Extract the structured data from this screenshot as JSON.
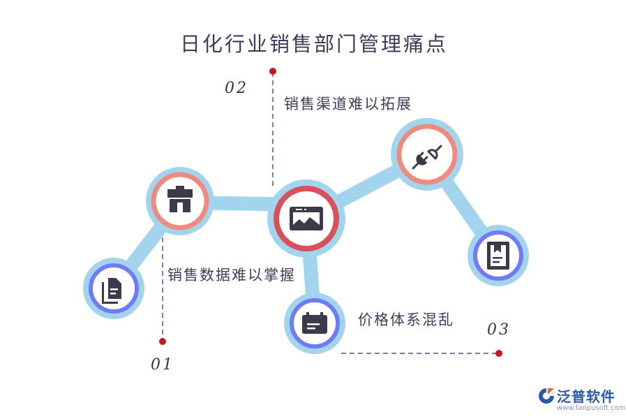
{
  "title": "日化行业销售部门管理痛点",
  "labels": {
    "sales_data": "销售数据难以掌握",
    "sales_channels": "销售渠道难以拓展",
    "price_system": "价格体系混乱"
  },
  "numbers": {
    "n01": "01",
    "n02": "02",
    "n03": "03"
  },
  "icons": {
    "documents": "documents-icon",
    "shop": "shop-icon",
    "image": "image-icon",
    "card": "card-icon",
    "plug": "plug-icon",
    "bookmark": "bookmark-icon"
  },
  "colors": {
    "connector": "#a3d4ee",
    "ring_blue": "#6e7cf7",
    "ring_salmon": "#ee8a7e",
    "ring_red": "#d8505a",
    "icon": "#3a3a4a",
    "dashed_line": "#3f5a9a",
    "dot": "#c8161d"
  },
  "logo": {
    "name": "泛普软件",
    "url": "www.fanpusoft.com"
  }
}
